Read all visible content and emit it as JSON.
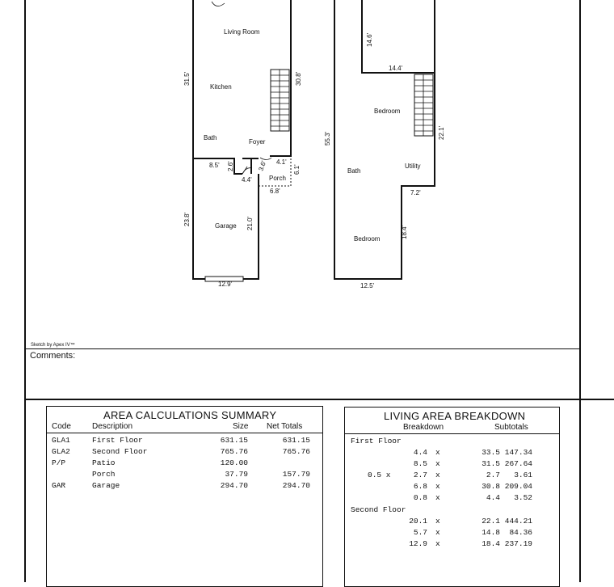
{
  "sketch": {
    "first_floor": {
      "rooms": [
        "Living Room",
        "Kitchen",
        "Bath",
        "Foyer",
        "Porch",
        "Garage"
      ],
      "dimensions": [
        "31.5'",
        "30.8'",
        "8.5'",
        "2.6'",
        "4.4'",
        "3.6'",
        "4.1'",
        "6.1'",
        "6.8'",
        "23.8'",
        "21.0'",
        "12.9'"
      ]
    },
    "second_floor": {
      "rooms": [
        "Bedroom",
        "Bath",
        "Utility",
        "Bedroom"
      ],
      "dimensions": [
        "14.6'",
        "14.4'",
        "55.3'",
        "22.1'",
        "7.2'",
        "18.4'",
        "12.5'"
      ]
    },
    "credit": "Sketch by Apex IV™"
  },
  "comments_label": "Comments:",
  "area_summary": {
    "title": "AREA CALCULATIONS SUMMARY",
    "headers": {
      "code": "Code",
      "description": "Description",
      "size": "Size",
      "net_totals": "Net Totals"
    },
    "rows": [
      {
        "code": "GLA1",
        "description": "First Floor",
        "size": "631.15",
        "net": "631.15"
      },
      {
        "code": "GLA2",
        "description": "Second Floor",
        "size": "765.76",
        "net": "765.76"
      },
      {
        "code": "P/P",
        "description": "Patio",
        "size": "120.00",
        "net": ""
      },
      {
        "code": "",
        "description": "Porch",
        "size": "37.79",
        "net": "157.79"
      },
      {
        "code": "GAR",
        "description": "Garage",
        "size": "294.70",
        "net": "294.70"
      }
    ]
  },
  "living_area": {
    "title": "LIVING AREA BREAKDOWN",
    "headers": {
      "breakdown": "Breakdown",
      "subtotals": "Subtotals"
    },
    "first_floor_label": "First Floor",
    "first_floor_rows": [
      {
        "factor": "",
        "a": "4.4",
        "op": "x",
        "b": "33.5",
        "subtotal": "147.34"
      },
      {
        "factor": "",
        "a": "8.5",
        "op": "x",
        "b": "31.5",
        "subtotal": "267.64"
      },
      {
        "factor": "0.5 x",
        "a": "2.7",
        "op": "x",
        "b": "2.7",
        "subtotal": "3.61"
      },
      {
        "factor": "",
        "a": "6.8",
        "op": "x",
        "b": "30.8",
        "subtotal": "209.04"
      },
      {
        "factor": "",
        "a": "0.8",
        "op": "x",
        "b": "4.4",
        "subtotal": "3.52"
      }
    ],
    "second_floor_label": "Second Floor",
    "second_floor_rows": [
      {
        "factor": "",
        "a": "20.1",
        "op": "x",
        "b": "22.1",
        "subtotal": "444.21"
      },
      {
        "factor": "",
        "a": "5.7",
        "op": "x",
        "b": "14.8",
        "subtotal": "84.36"
      },
      {
        "factor": "",
        "a": "12.9",
        "op": "x",
        "b": "18.4",
        "subtotal": "237.19"
      }
    ]
  }
}
